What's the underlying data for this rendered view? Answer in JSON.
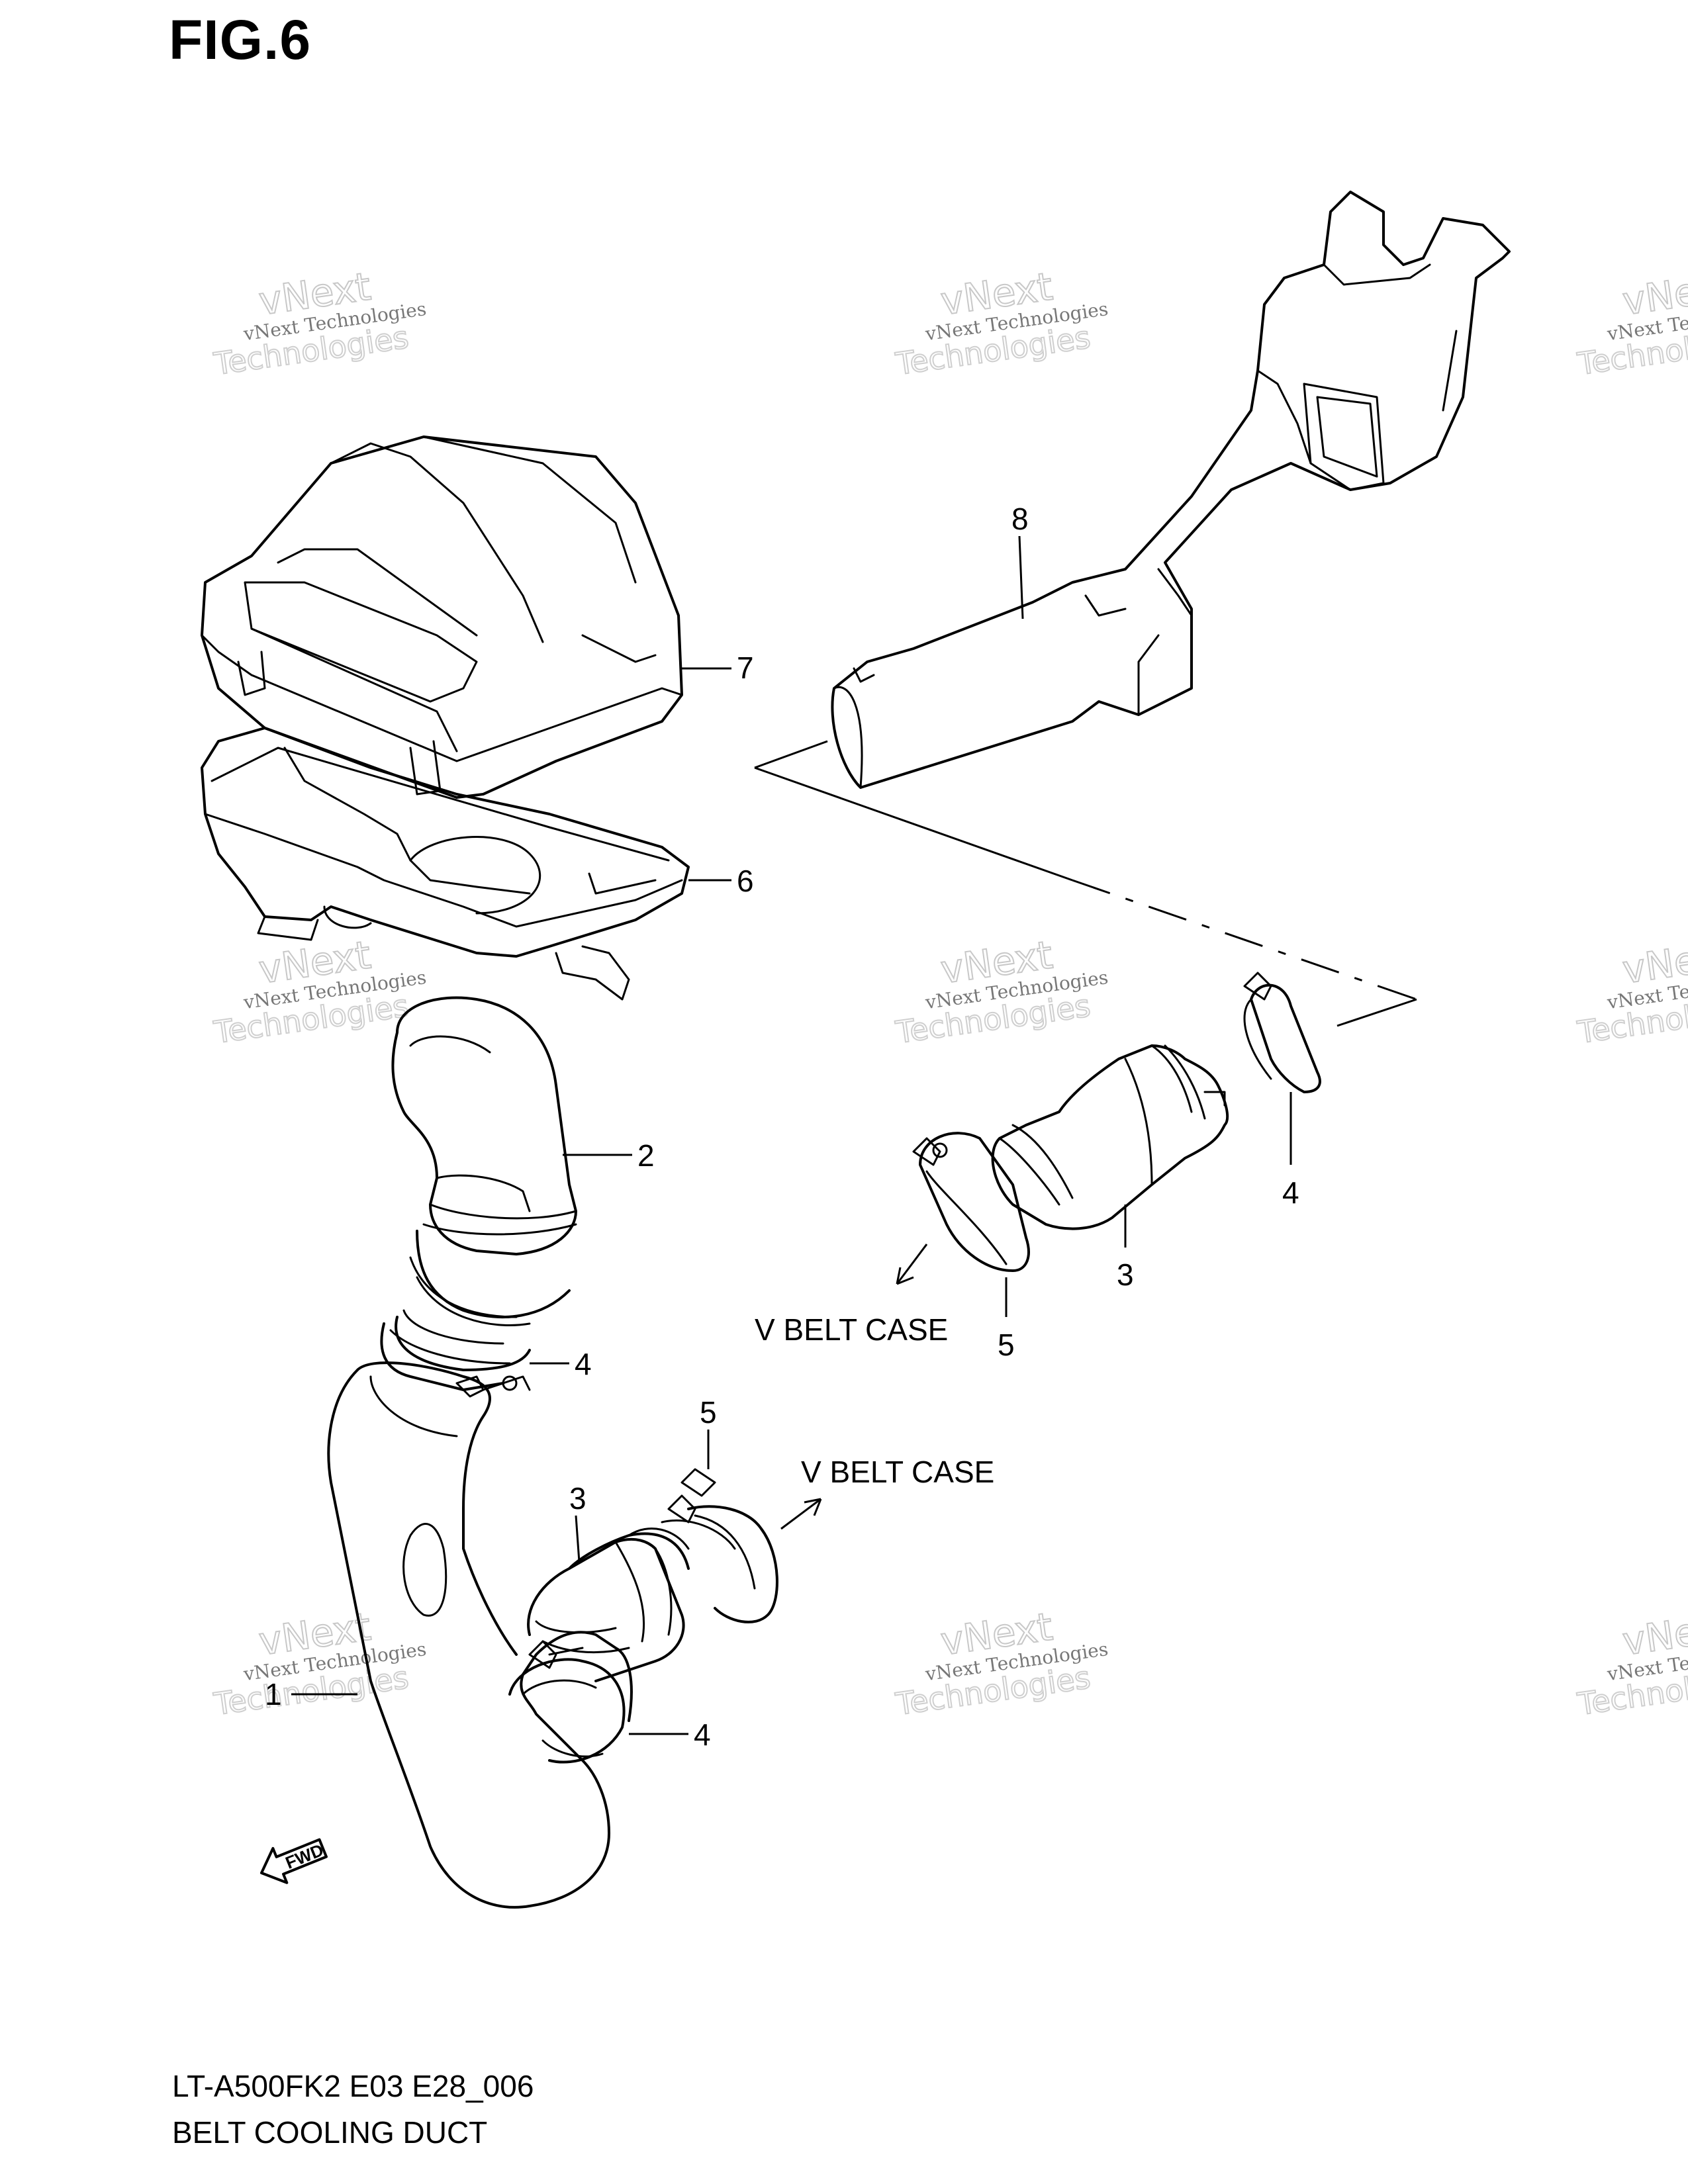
{
  "figure_title": "FIG.6",
  "callouts": {
    "c1": "1",
    "c2": "2",
    "c3_right": "3",
    "c3_left": "3",
    "c4_upper_left": "4",
    "c4_right": "4",
    "c4_lower": "4",
    "c5_right": "5",
    "c5_lower": "5",
    "c6": "6",
    "c7": "7",
    "c8": "8"
  },
  "destinations": {
    "right_upper": "V BELT CASE",
    "lower": "V BELT CASE"
  },
  "fwd_marker": "FWD",
  "watermark": {
    "line1": "vNext Technologies",
    "line2": "vNext",
    "line3": "Technologies"
  },
  "footer": {
    "model_code": "LT-A500FK2 E03 E28_006",
    "section_name": "BELT COOLING DUCT"
  }
}
